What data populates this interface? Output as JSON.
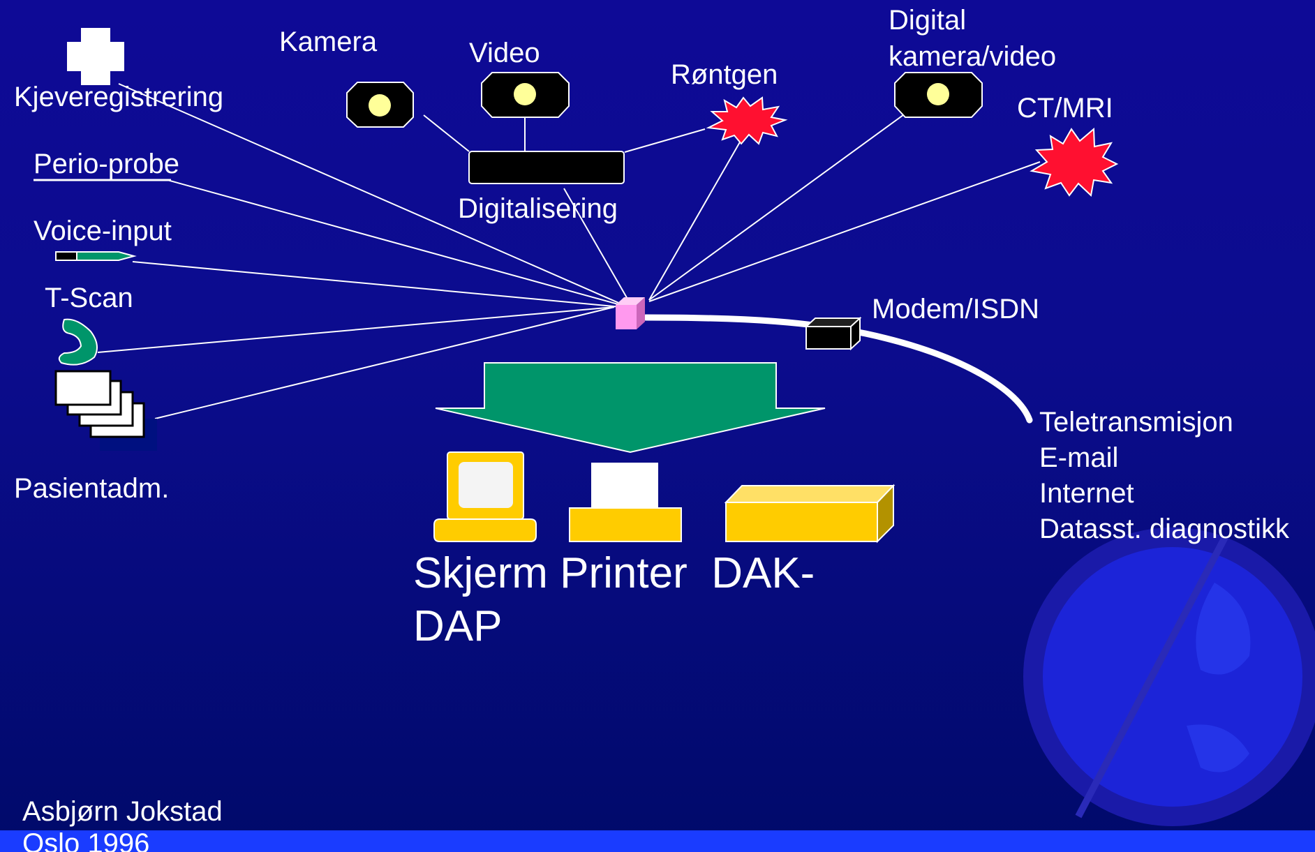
{
  "inputs": {
    "kjeveregistrering": "Kjeveregistrering",
    "perio_probe": "Perio-probe",
    "voice_input": "Voice-input",
    "t_scan": "T-Scan",
    "pasientadm": "Pasientadm.",
    "kamera": "Kamera",
    "video": "Video",
    "digitalisering": "Digitalisering",
    "rontgen": "Røntgen",
    "digital_kamera_line1": "Digital",
    "digital_kamera_line2": "kamera/video",
    "ct_mri": "CT/MRI",
    "modem": "Modem/ISDN"
  },
  "network": {
    "lines": [
      "Teletransmisjon",
      "E-mail",
      "Internet",
      "Datasst. diagnostikk"
    ]
  },
  "outputs": {
    "line1": "Skjerm Printer  DAK-",
    "line2": "DAP"
  },
  "footer": {
    "author": "Asbjørn Jokstad",
    "place_year": "Oslo 1996"
  },
  "colors": {
    "background": "#0c0c8e",
    "arrow": "#00956a",
    "devices": "#ffcc00",
    "hub": "#ff99ee",
    "burst": "#ff1030"
  }
}
